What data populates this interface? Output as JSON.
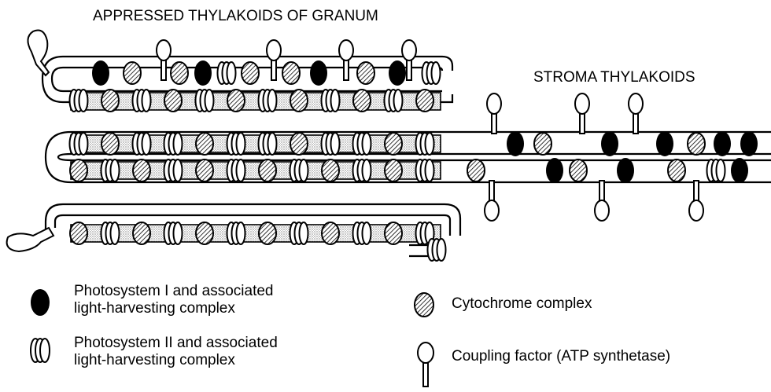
{
  "labels": {
    "granum": "APPRESSED THYLAKOIDS OF GRANUM",
    "stroma": "STROMA THYLAKOIDS"
  },
  "legend": {
    "ps1": "Photosystem I and associated\nlight-harvesting complex",
    "ps2": "Photosystem II and associated\nlight-harvesting complex",
    "cyt": "Cytochrome complex",
    "cf": "Coupling factor (ATP synthetase)"
  },
  "colors": {
    "ink": "#000000",
    "paper": "#ffffff",
    "stipple": "#b8b8b8"
  },
  "icons": [
    "photosystem-i-icon",
    "photosystem-ii-icon",
    "cytochrome-icon",
    "coupling-factor-icon"
  ]
}
